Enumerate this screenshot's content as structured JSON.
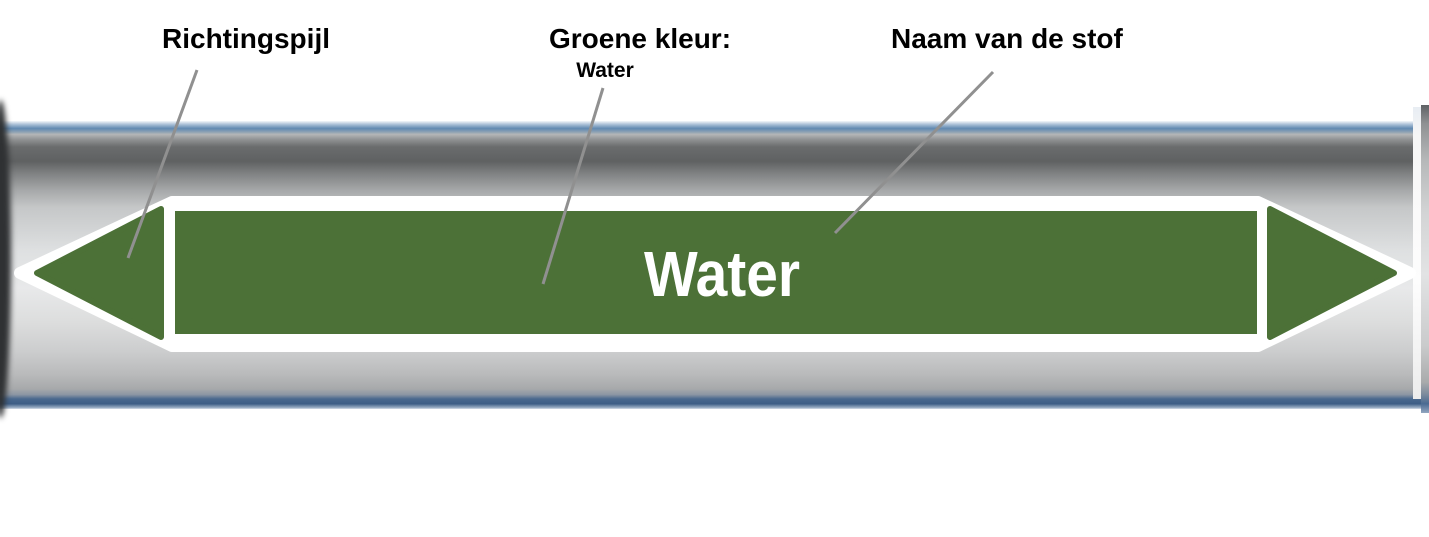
{
  "annotations": {
    "direction_arrow": {
      "label": "Richtingspijl"
    },
    "green_color": {
      "label": "Groene kleur:",
      "sublabel": "Water"
    },
    "substance_name": {
      "label": "Naam van de stof"
    }
  },
  "marker": {
    "substance": "Water"
  },
  "colors": {
    "marker_green": "#4C7137",
    "marker_outline": "#FFFFFF",
    "marker_text": "#FFFFFF",
    "pipe_blue_stripe": "#5E86AF",
    "leader_line": "#909090"
  }
}
